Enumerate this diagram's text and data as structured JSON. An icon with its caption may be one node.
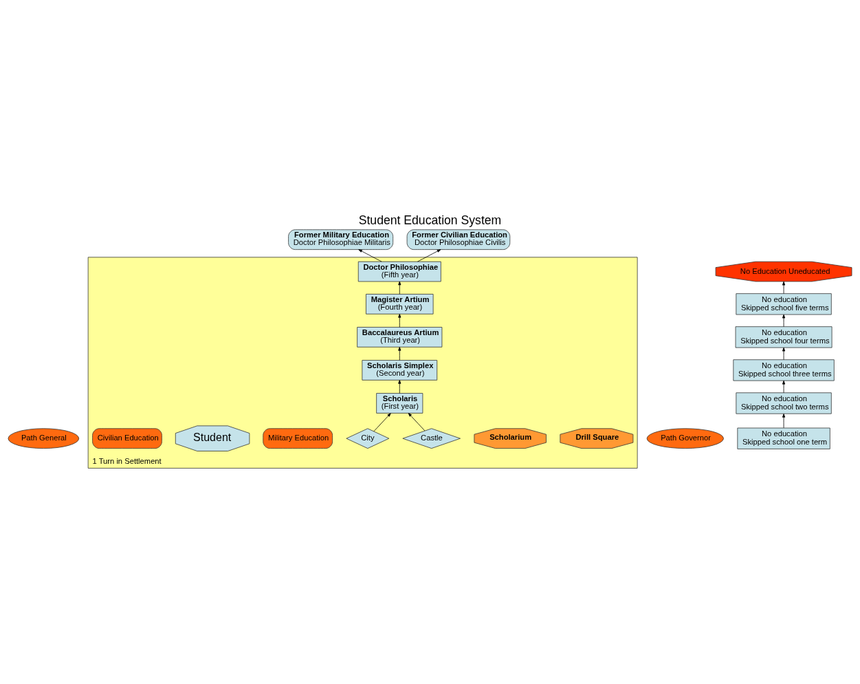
{
  "diagram": {
    "title": "Student Education System",
    "nodes": [
      {
        "text": [
          "Path General"
        ]
      },
      {
        "text": [
          "Former Military Education",
          "Doctor Philosophiae Militaris"
        ]
      },
      {
        "text": [
          "Former Civilian Education",
          "Doctor Philosophiae Civilis"
        ]
      },
      {
        "text": [
          "Path Governor"
        ]
      },
      {
        "text": [
          "No Education Uneducated"
        ]
      },
      {
        "text": [
          "1 Turn in Settlement"
        ]
      },
      {
        "text": [
          "Doctor Philosophiae",
          "(Fifth year)"
        ],
        "in": 5
      },
      {
        "text": [
          "Magister Artium",
          "(Fourth year)"
        ],
        "in": 5
      },
      {
        "text": [
          "Baccalaureus Artium",
          "(Third year)"
        ],
        "in": 5
      },
      {
        "text": [
          "Scholaris Simplex",
          "(Second year)"
        ],
        "in": 5
      },
      {
        "text": [
          "Drill Square"
        ],
        "in": 5
      },
      {
        "text": [
          "Scholaris",
          "(First year)"
        ],
        "in": 5
      },
      {
        "text": [
          "Scholarium"
        ],
        "in": 5
      },
      {
        "text": [
          "Castle"
        ],
        "in": 5
      },
      {
        "text": [
          "City"
        ],
        "in": 5
      },
      {
        "text": [
          "Military Education"
        ],
        "in": 5
      },
      {
        "text": [
          "Student"
        ],
        "in": 5
      },
      {
        "text": [
          "Civilian Education"
        ],
        "in": 5
      },
      {
        "text": [
          "No education",
          "Skipped school five terms"
        ]
      },
      {
        "text": [
          "No education",
          "Skipped school four terms"
        ]
      },
      {
        "text": [
          "No education",
          "Skipped school three terms"
        ]
      },
      {
        "text": [
          "No education",
          "Skipped school two terms"
        ]
      },
      {
        "text": [
          "No education",
          "Skipped school one term"
        ]
      }
    ],
    "edges": [
      {
        "from": 6,
        "to": 1,
        "arrow": "to"
      },
      {
        "from": 6,
        "to": 2,
        "arrow": "to"
      },
      {
        "from": 7,
        "to": 6,
        "arrow": "to"
      },
      {
        "from": 8,
        "to": 7,
        "arrow": "to"
      },
      {
        "from": 9,
        "to": 8,
        "arrow": "to"
      },
      {
        "from": 11,
        "to": 9,
        "arrow": "to"
      },
      {
        "from": 13,
        "to": 11,
        "arrow": "to"
      },
      {
        "from": 14,
        "to": 11,
        "arrow": "to"
      },
      {
        "from": 18,
        "to": 4,
        "arrow": "to"
      },
      {
        "from": 19,
        "to": 18,
        "arrow": "to"
      },
      {
        "from": 20,
        "to": 19,
        "arrow": "to"
      },
      {
        "from": 21,
        "to": 20,
        "arrow": "to"
      },
      {
        "from": 22,
        "to": 21,
        "arrow": "to"
      }
    ]
  }
}
